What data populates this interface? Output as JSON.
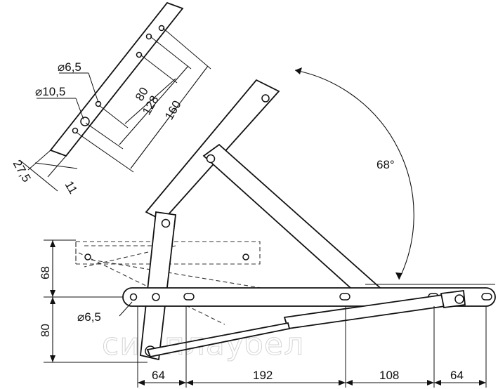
{
  "dimensions": {
    "bracket_hole_small": "⌀6,5",
    "bracket_hole_large": "⌀10,5",
    "spacing_80": "80",
    "spacing_128": "128",
    "spacing_160": "160",
    "offset_27_5": "27,5",
    "width_11": "11",
    "angle": "68°",
    "height_68": "68",
    "height_80": "80",
    "base_hole": "⌀6,5",
    "seg_64_left": "64",
    "seg_192": "192",
    "seg_108": "108",
    "seg_64_right": "64"
  },
  "watermark": "симплаубел"
}
